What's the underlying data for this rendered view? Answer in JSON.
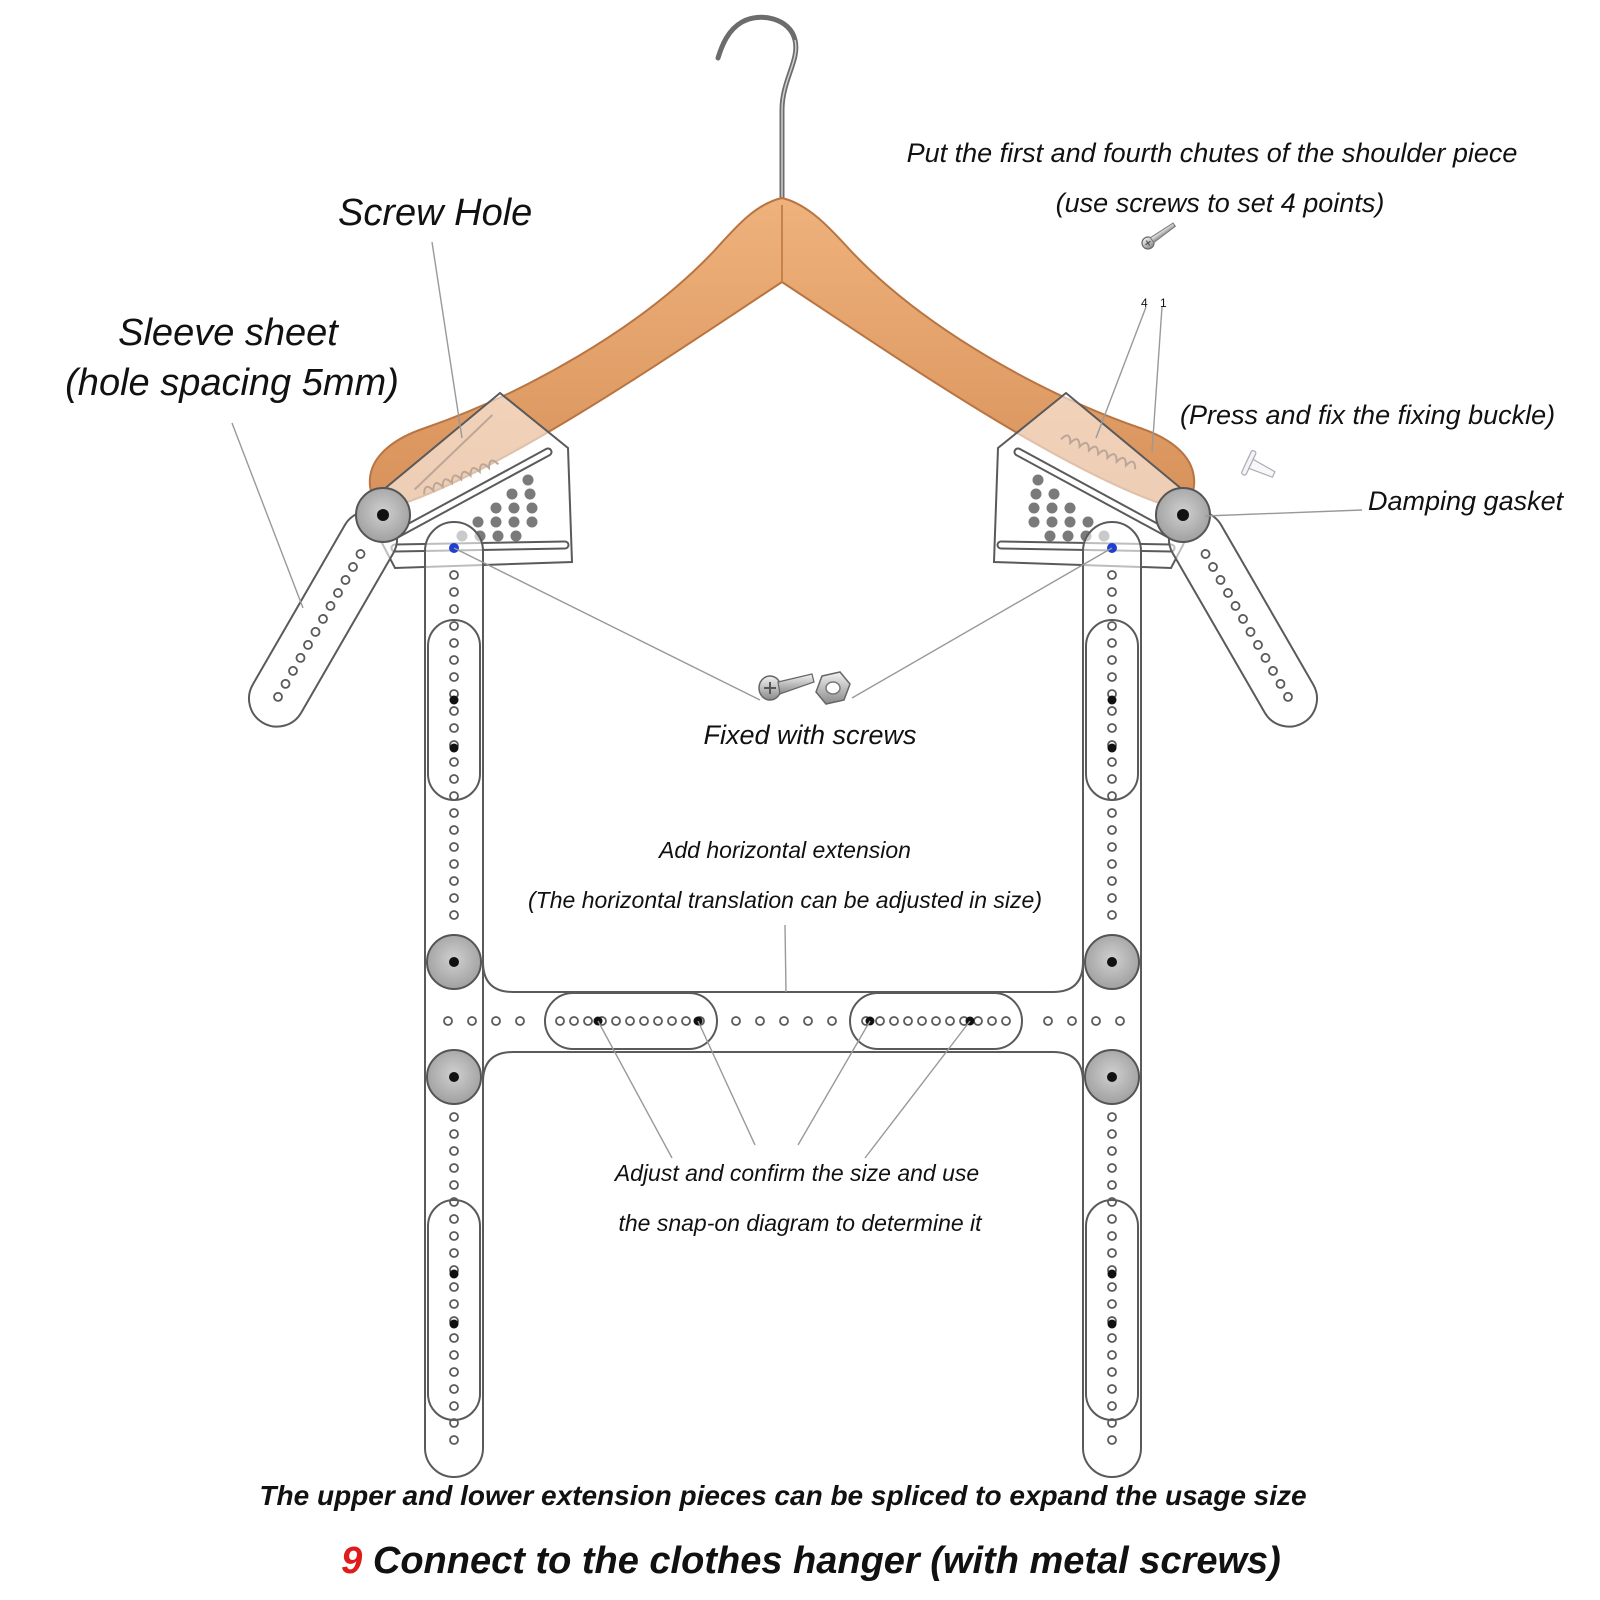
{
  "labels": {
    "screw_hole": "Screw Hole",
    "sleeve_sheet": "Sleeve sheet",
    "sleeve_spacing": "(hole spacing 5mm)",
    "shoulder_chutes": "Put the first and fourth chutes of the shoulder piece",
    "shoulder_screws": "(use screws to set 4 points)",
    "chute_4": "4",
    "chute_1": "1",
    "press_buckle": "(Press and fix the fixing buckle)",
    "damping_gasket": "Damping gasket",
    "fixed_screws": "Fixed with screws",
    "horizontal_ext": "Add horizontal extension",
    "horizontal_adj": "(The horizontal translation can be adjusted in size)",
    "adjust_confirm": "Adjust and confirm the size and use",
    "snap_diagram": "the snap-on diagram to determine it",
    "extension_note": "The upper and lower extension pieces can be spliced to expand the usage size"
  },
  "step": {
    "number": "9",
    "title": "Connect to the clothes hanger (with metal screws)"
  },
  "colors": {
    "wood": "#e3a36d",
    "wood_dark": "#c9844e",
    "outline": "#555555",
    "gasket": "#b8b8b8",
    "accent_dot": "#1e3fd1",
    "step_red": "#e01b1b"
  }
}
